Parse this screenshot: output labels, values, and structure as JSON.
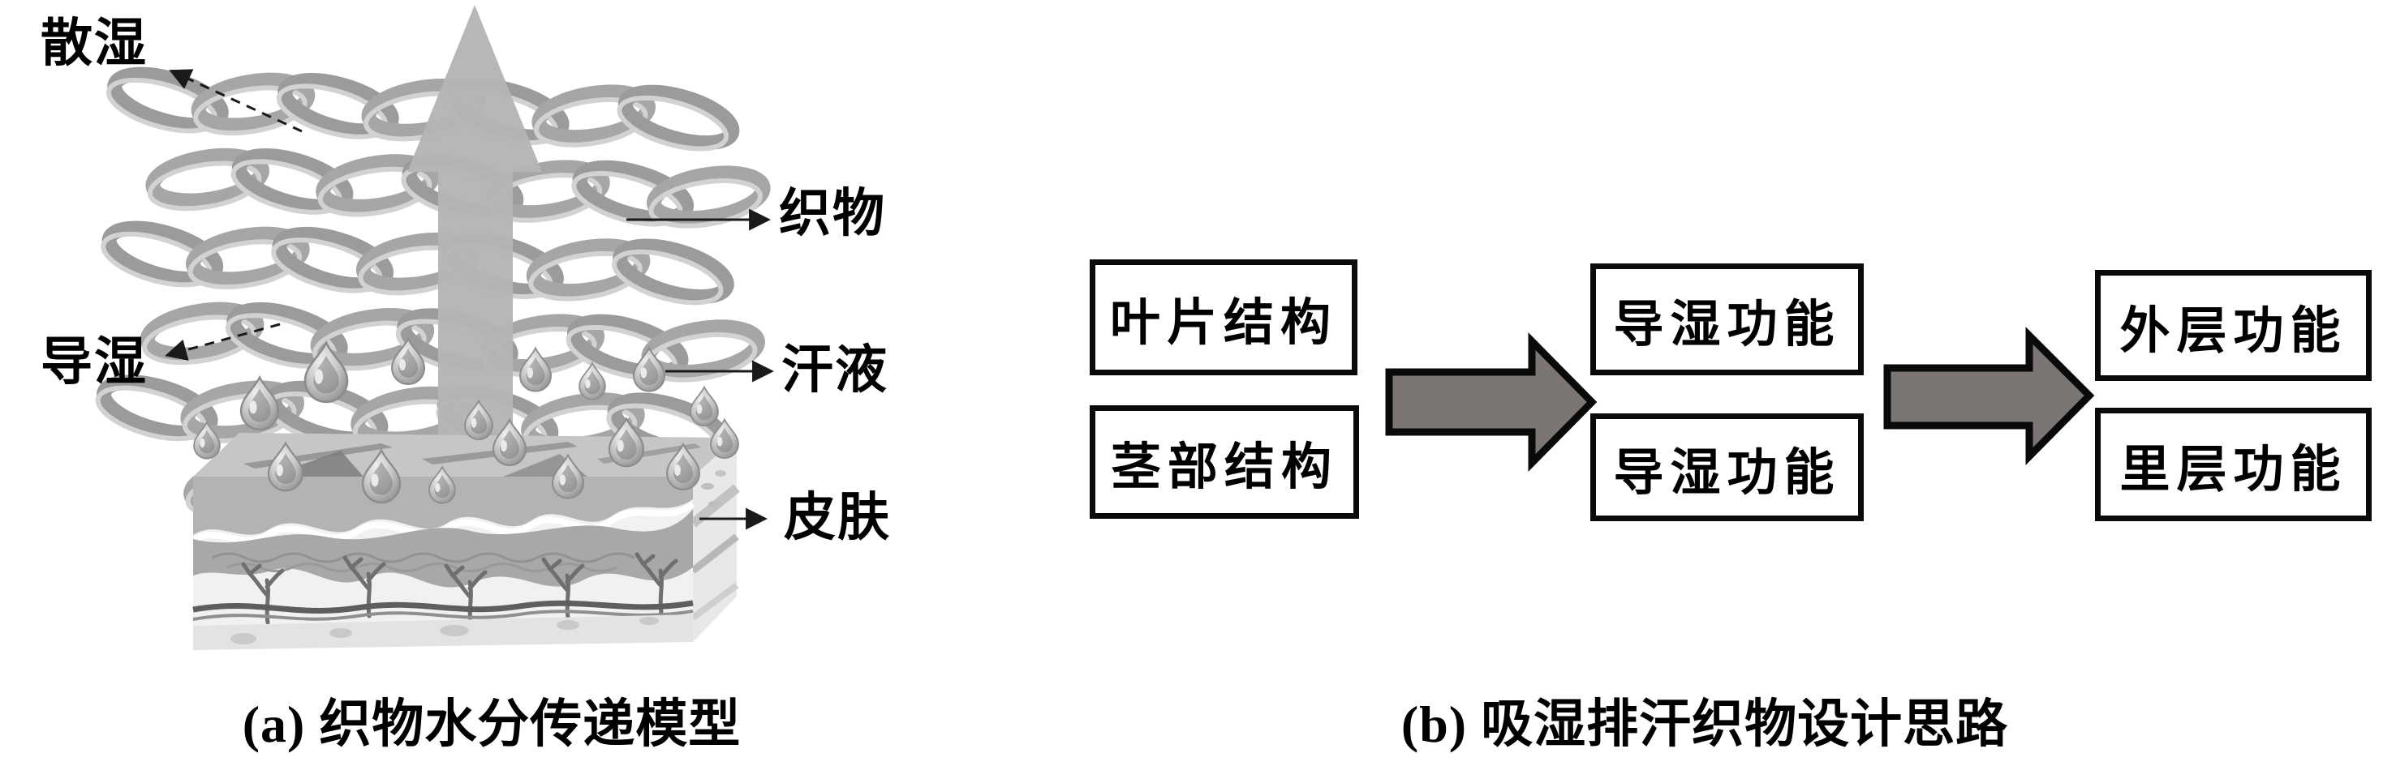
{
  "figure": {
    "panel_a": {
      "caption": "(a) 织物水分传递模型",
      "labels": {
        "moisture_release": "散湿",
        "moisture_wicking": "导湿",
        "fabric": "织物",
        "sweat": "汗液",
        "skin": "皮肤"
      }
    },
    "panel_b": {
      "caption": "(b) 吸湿排汗织物设计思路",
      "boxes": [
        {
          "id": "leaf-structure",
          "label": "叶片结构"
        },
        {
          "id": "stem-structure",
          "label": "茎部结构"
        },
        {
          "id": "wicking-function-top",
          "label": "导湿功能"
        },
        {
          "id": "wicking-function-bottom",
          "label": "导湿功能"
        },
        {
          "id": "outer-layer-function",
          "label": "外层功能"
        },
        {
          "id": "inner-layer-function",
          "label": "里层功能"
        }
      ]
    }
  },
  "colors": {
    "flow-arrow-fill": "#7b7673",
    "flow-box-border": "#0a0a0a",
    "yarn-gray": "#9b9b9b",
    "big-arrow-gray": "#b4b4b4",
    "text-color": "#000000"
  }
}
